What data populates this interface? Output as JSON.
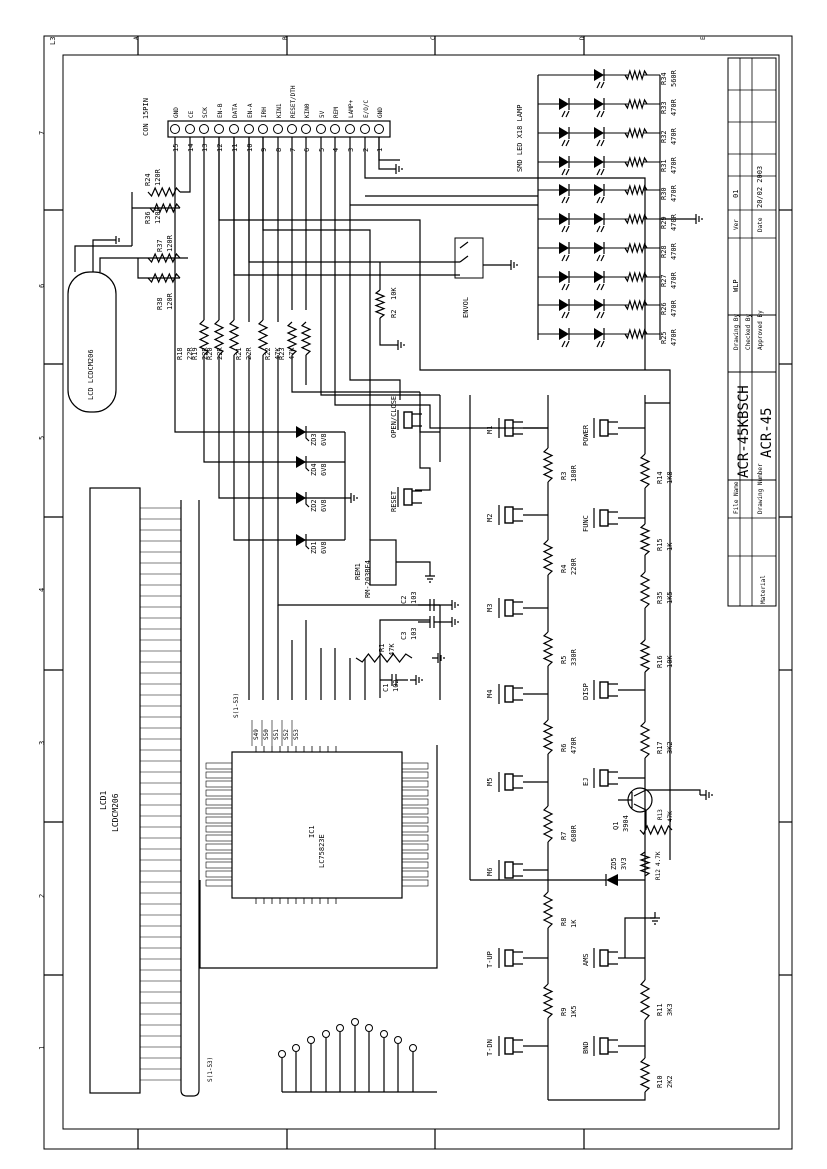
{
  "title_block": {
    "file_name_label": "File Name",
    "drawing_number_label": "Drawing Number",
    "material_label": "Material",
    "drawing_title": "ACR-45KBSCH",
    "drawing_number": "ACR-45",
    "drawn_by_label": "Drawing By",
    "checked_by_label": "Checked By",
    "approved_by_label": "Approved By",
    "drawn_by": "WLP",
    "ver_label": "Ver",
    "ver": "01",
    "date_label": "Date",
    "date": "20/02 2003"
  },
  "border": {
    "corner_tag": "L3",
    "top_marks": [
      "A",
      "B",
      "C",
      "D",
      "E"
    ],
    "left_marks": [
      "7",
      "6",
      "5",
      "4",
      "3",
      "2",
      "1"
    ]
  },
  "connector": {
    "title": "CON 15PIN",
    "pin_numbers": [
      "15",
      "14",
      "13",
      "12",
      "11",
      "10",
      "9",
      "8",
      "7",
      "6",
      "5",
      "4",
      "3",
      "2",
      "1"
    ],
    "signals": [
      "GND",
      "CE",
      "SCK",
      "EN-B",
      "DATA",
      "EN-A",
      "IRH",
      "KIN1",
      "RESET/DTH",
      "KIN0",
      "5V",
      "REM",
      "LAMP+",
      "E/O/C",
      "GND"
    ]
  },
  "led_array": {
    "label": "SMD LED X18 LAMP"
  },
  "led_resistors": [
    {
      "ref": "R34",
      "val": "560R"
    },
    {
      "ref": "R33",
      "val": "470R"
    },
    {
      "ref": "R32",
      "val": "470R"
    },
    {
      "ref": "R31",
      "val": "470R"
    },
    {
      "ref": "R30",
      "val": "470R"
    },
    {
      "ref": "R29",
      "val": "470R"
    },
    {
      "ref": "R28",
      "val": "470R"
    },
    {
      "ref": "R27",
      "val": "470R"
    },
    {
      "ref": "R26",
      "val": "470R"
    },
    {
      "ref": "R25",
      "val": "470R"
    }
  ],
  "backlight": {
    "resistors": [
      {
        "ref": "R24",
        "val": "120R"
      },
      {
        "ref": "R36",
        "val": "120R"
      },
      {
        "ref": "R37",
        "val": "120R"
      },
      {
        "ref": "R38",
        "val": "120R"
      }
    ],
    "lcd_label": "LCD LCDCM206"
  },
  "envol": {
    "label": "ENVOL",
    "r2_ref": "R2",
    "r2_val": "10K"
  },
  "pullups": [
    {
      "ref": "R18",
      "val": "22R"
    },
    {
      "ref": "R19",
      "val": "22R"
    },
    {
      "ref": "R20",
      "val": "22R"
    },
    {
      "ref": "R21",
      "val": "22R"
    },
    {
      "ref": "R22",
      "val": "47K"
    },
    {
      "ref": "R23",
      "val": "47K"
    }
  ],
  "zeners": [
    {
      "ref": "ZD3",
      "val": "6V8"
    },
    {
      "ref": "ZD4",
      "val": "6V8"
    },
    {
      "ref": "ZD2",
      "val": "6V8"
    },
    {
      "ref": "ZD1",
      "val": "6V8"
    }
  ],
  "switches": {
    "open_close": "OPEN/CLOSE",
    "reset": "RESET",
    "power": "POWER",
    "func": "FUNC",
    "disp": "DISP",
    "ej": "EJ",
    "ams": "AMS",
    "bnd": "BND",
    "m1": "M1",
    "m2": "M2",
    "m3": "M3",
    "m4": "M4",
    "m5": "M5",
    "m6": "M6",
    "tup": "T-UP",
    "tdn": "T-DN"
  },
  "ladder_left": [
    {
      "ref": "R3",
      "val": "180R"
    },
    {
      "ref": "R4",
      "val": "220R"
    },
    {
      "ref": "R5",
      "val": "330R"
    },
    {
      "ref": "R6",
      "val": "470R"
    },
    {
      "ref": "R7",
      "val": "680R"
    },
    {
      "ref": "R8",
      "val": "1K"
    },
    {
      "ref": "R9",
      "val": "1K5"
    }
  ],
  "ladder_right": [
    {
      "ref": "R14",
      "val": "1K8"
    },
    {
      "ref": "R15",
      "val": "1K"
    },
    {
      "ref": "R35",
      "val": "1K5"
    },
    {
      "ref": "R16",
      "val": "10K"
    },
    {
      "ref": "R17",
      "val": "3K2"
    },
    {
      "ref": "R11",
      "val": "3K3"
    },
    {
      "ref": "R10",
      "val": "2K2"
    }
  ],
  "transistor": {
    "ref": "Q1",
    "val": "3904",
    "r13_ref": "R13",
    "r13_val": "47K",
    "r12_ref": "R12",
    "r12_val": "4.7K"
  },
  "zd5": {
    "ref": "ZD5",
    "val": "3V3"
  },
  "rem": {
    "ref": "REM1",
    "val": "RM-203BF4"
  },
  "caps": [
    {
      "ref": "C2",
      "val": "103"
    },
    {
      "ref": "C3",
      "val": "103"
    },
    {
      "ref": "C1",
      "val": "102"
    }
  ],
  "r1": {
    "ref": "R1",
    "val": "47K"
  },
  "ic": {
    "ref": "IC1",
    "part": "LC75823E",
    "s_top": "S(1-53)",
    "s_pins": [
      "S49",
      "S50",
      "S51",
      "S52",
      "S53"
    ]
  },
  "lcd": {
    "ref": "LCD1",
    "part": "LCDCM206",
    "bus_label": "S(1-53)"
  }
}
